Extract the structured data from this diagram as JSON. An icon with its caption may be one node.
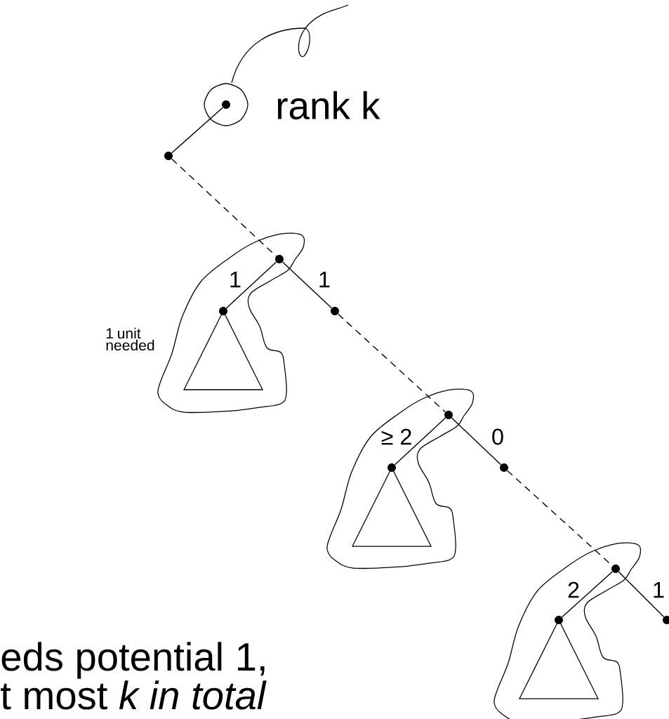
{
  "diagram": {
    "nodes": [
      {
        "text": [],
        "shape": "circle",
        "beside": [
          "rank k"
        ]
      },
      {
        "text": [],
        "shape": "circle"
      },
      {
        "text": [],
        "shape": "circle"
      },
      {
        "text": [],
        "shape": "circle"
      },
      {
        "text": [],
        "shape": "circle"
      },
      {
        "text": [],
        "shape": "circle"
      },
      {
        "text": [],
        "shape": "circle"
      },
      {
        "text": [],
        "shape": "circle"
      },
      {
        "text": [],
        "shape": "circle"
      },
      {
        "text": [],
        "shape": "circle"
      },
      {
        "text": [],
        "shape": "circle"
      },
      {
        "text": [],
        "shape": "triangle"
      },
      {
        "text": [],
        "shape": "triangle"
      },
      {
        "text": [],
        "shape": "triangle"
      }
    ],
    "edges": [
      {
        "from": 0,
        "to": 1,
        "arrow": "none"
      },
      {
        "from": 1,
        "to": 2,
        "arrow": "none",
        "style": "dashed"
      },
      {
        "from": 2,
        "to": 3,
        "arrow": "none",
        "label": "1"
      },
      {
        "from": 2,
        "to": 4,
        "arrow": "none",
        "label": "1"
      },
      {
        "from": 4,
        "to": 5,
        "arrow": "none",
        "style": "dashed"
      },
      {
        "from": 5,
        "to": 6,
        "arrow": "none",
        "label": "≥ 2"
      },
      {
        "from": 5,
        "to": 7,
        "arrow": "none",
        "label": "0"
      },
      {
        "from": 7,
        "to": 8,
        "arrow": "none",
        "style": "dashed"
      },
      {
        "from": 8,
        "to": 9,
        "arrow": "none",
        "label": "2"
      },
      {
        "from": 8,
        "to": 10,
        "arrow": "none",
        "label": "1"
      }
    ],
    "labels": [
      "1 unit needed",
      "eds potential 1,",
      "t most *k in total*"
    ]
  }
}
